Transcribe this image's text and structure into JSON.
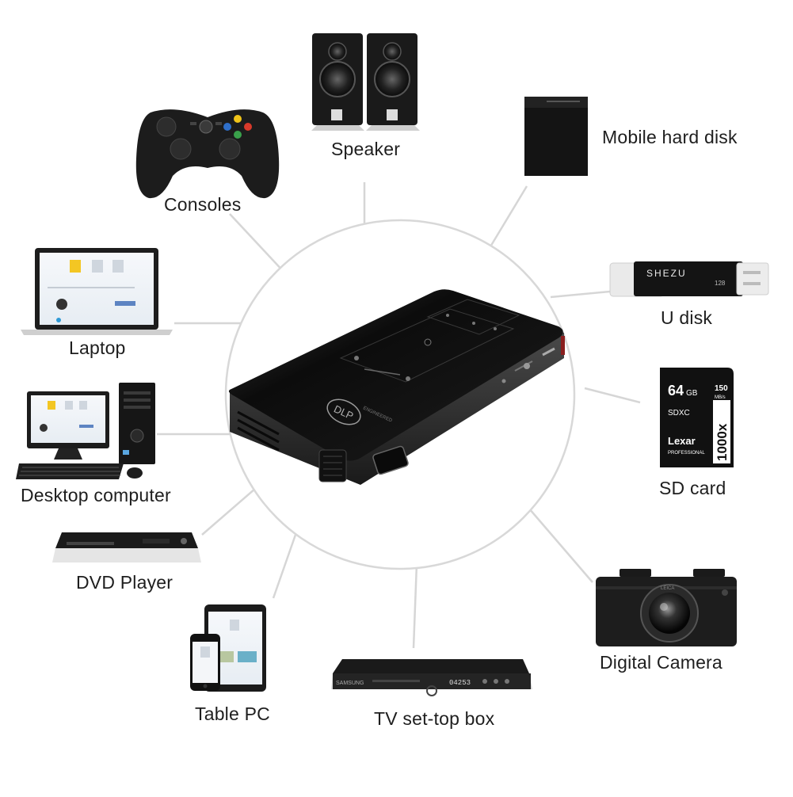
{
  "center": {
    "device": "projector",
    "logo_text": "DLP",
    "brand_small": "ENGINEERED"
  },
  "labels": {
    "speaker": "Speaker",
    "consoles": "Consoles",
    "mobile_hard_disk": "Mobile hard disk",
    "laptop": "Laptop",
    "u_disk": "U disk",
    "desktop_computer": "Desktop computer",
    "sd_card": "SD card",
    "dvd_player": "DVD Player",
    "digital_camera": "Digital Camera",
    "table_pc": "Table PC",
    "tv_set_top_box": "TV set-top box"
  },
  "product_text": {
    "usb_brand": "SHEZU",
    "usb_capacity": "128",
    "sd_capacity": "64",
    "sd_unit": "GB",
    "sd_speed": "150",
    "sd_speed_unit": "MB/s",
    "sd_class": "SDXC",
    "sd_brand": "Lexar",
    "sd_line": "PROFESSIONAL",
    "sd_rating": "1000x",
    "camera_brand": "LEICA",
    "stb_brand": "SAMSUNG",
    "stb_display": "04253"
  },
  "colors": {
    "connector_line": "#d6d6d6",
    "circle_border": "#d8d8d8",
    "device_black": "#1a1a1a"
  }
}
